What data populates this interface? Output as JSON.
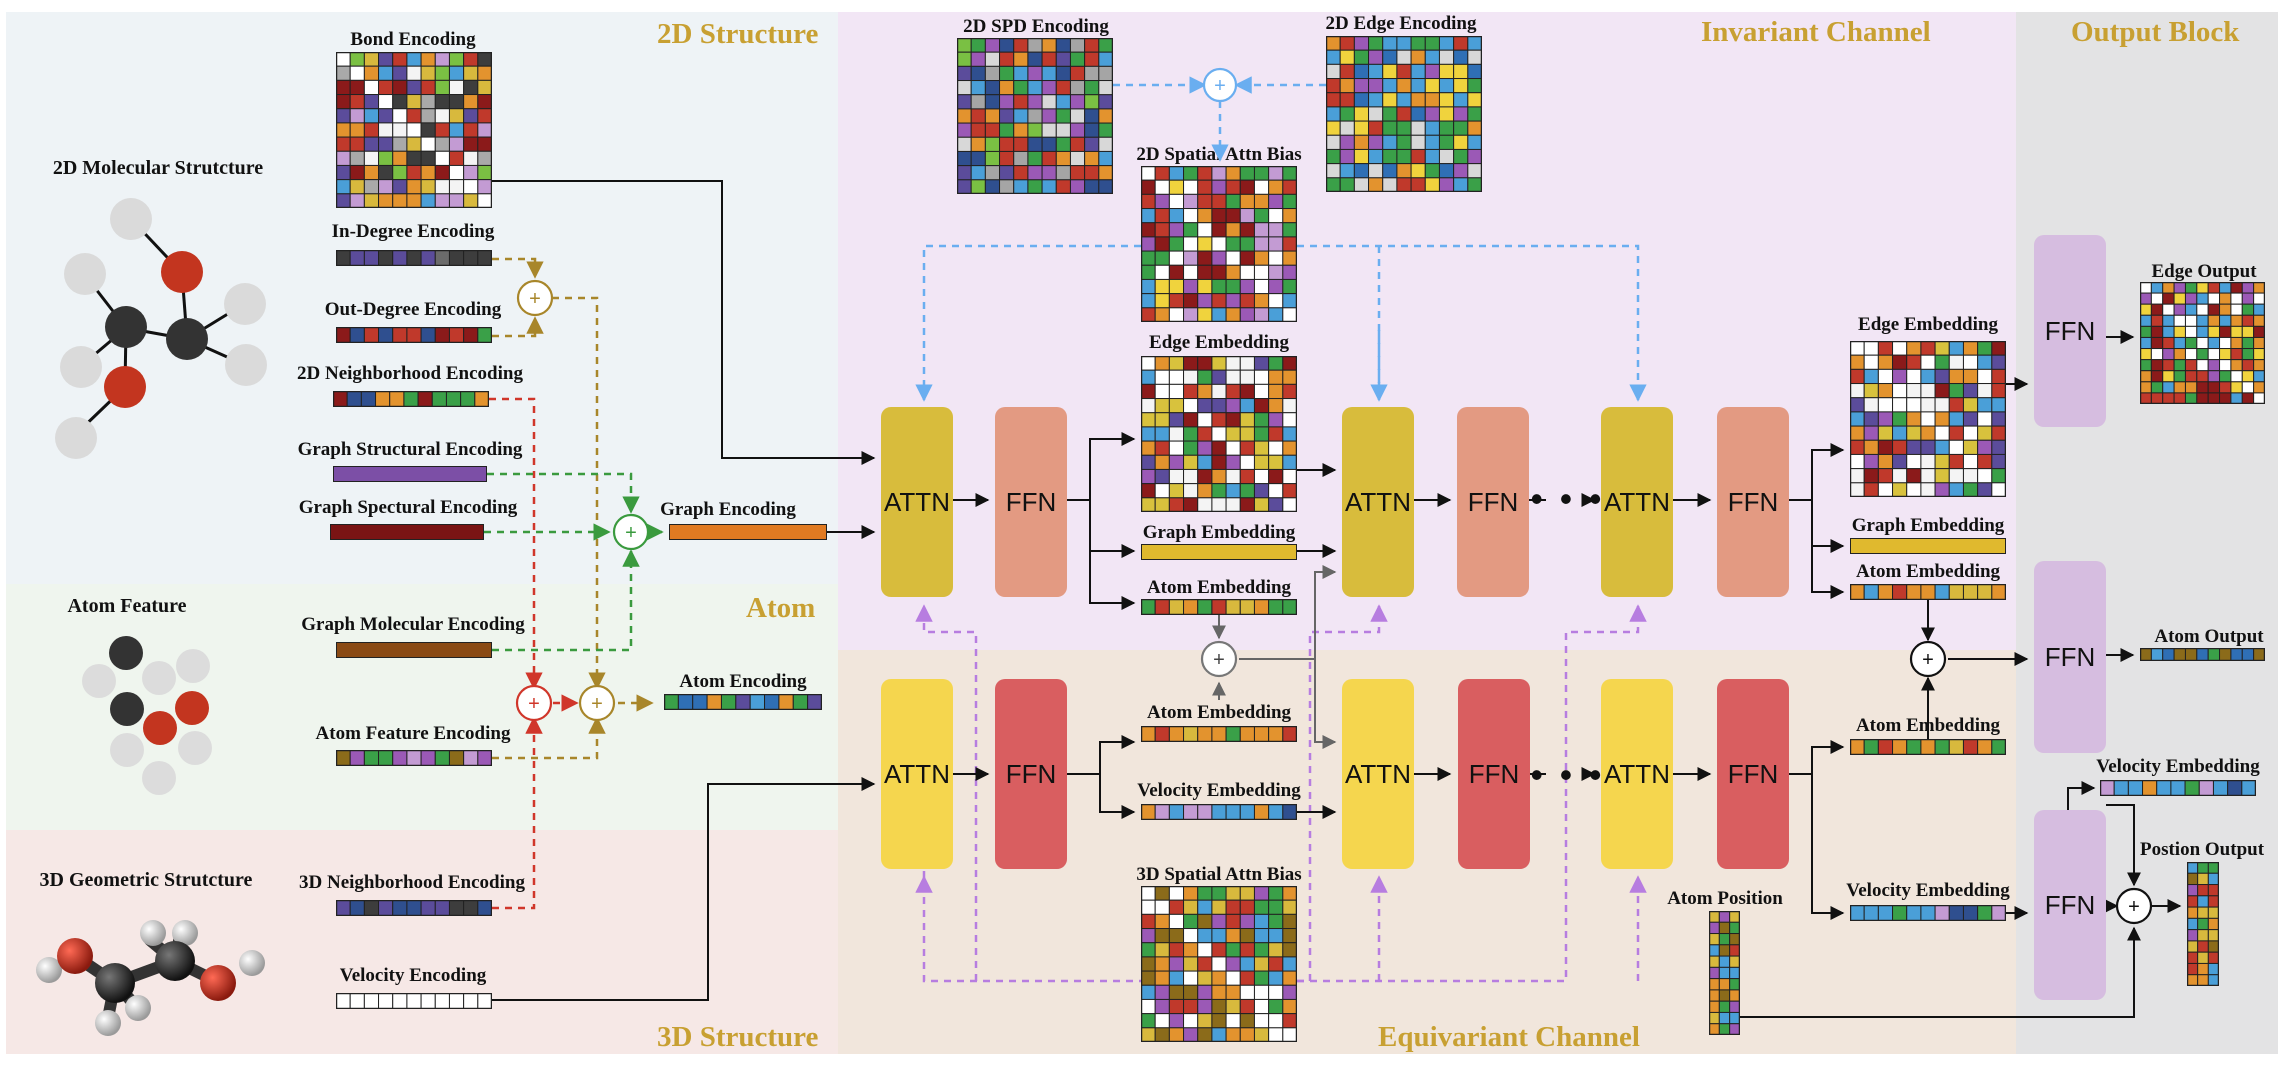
{
  "regions": {
    "structure_2d": "2D Structure",
    "atom": "Atom",
    "structure_3d": "3D Structure",
    "invariant": "Invariant Channel",
    "equivariant": "Equivariant Channel",
    "output_block": "Output Block"
  },
  "inputs": {
    "mol2d": "2D Molecular Strutcture",
    "atom_feature": "Atom Feature",
    "geo3d": "3D Geometric Strutcture"
  },
  "encodings": {
    "bond": "Bond Encoding",
    "in_degree": "In-Degree Encoding",
    "out_degree": "Out-Degree Encoding",
    "neighborhood_2d": "2D Neighborhood Encoding",
    "graph_structural": "Graph Structural Encoding",
    "graph_spectural": "Graph Spectural Encoding",
    "graph_molecular": "Graph Molecular Encoding",
    "atom_feature": "Atom Feature Encoding",
    "neighborhood_3d": "3D Neighborhood Encoding",
    "velocity": "Velocity Encoding",
    "graph": "Graph Encoding",
    "atom": "Atom Encoding",
    "spd_2d": "2D SPD Encoding",
    "edge_2d": "2D Edge Encoding"
  },
  "middle": {
    "spatial_bias_2d": "2D Spatial Attn Bias",
    "edge_embedding": "Edge Embedding",
    "graph_embedding": "Graph Embedding",
    "atom_embedding_top": "Atom Embedding",
    "atom_embedding_bot": "Atom Embedding",
    "velocity_embedding": "Velocity Embedding",
    "spatial_bias_3d": "3D Spatial Attn Bias",
    "edge_embedding_right": "Edge Embedding",
    "graph_embedding_right": "Graph Embedding",
    "atom_embedding_right_top": "Atom Embedding",
    "atom_embedding_right_bot": "Atom Embedding",
    "velocity_embedding_right": "Velocity Embedding",
    "atom_position": "Atom Position",
    "velocity_embedding_out": "Velocity Embedding"
  },
  "blocks": {
    "attn": "ATTN",
    "ffn": "FFN",
    "ellipsis": "• • •",
    "plus": "+"
  },
  "outputs": {
    "edge": "Edge Output",
    "atom": "Atom Output",
    "position": "Postion Output"
  },
  "colors": {
    "bg_2d": "#eef3f6",
    "bg_atom": "#eff5ee",
    "bg_3d": "#f6e8e6",
    "bg_invariant": "#f2e6f5",
    "bg_equivariant": "#f1e6dc",
    "bg_output": "#e3e3e4",
    "region_text": "#c8a032",
    "arrow_blue": "#6aaef0",
    "arrow_purple": "#b77de0",
    "arrow_green": "#3a9a3e",
    "arrow_red": "#d0362a",
    "arrow_gold": "#a8862a"
  }
}
